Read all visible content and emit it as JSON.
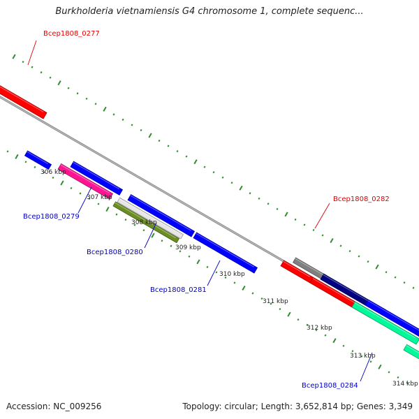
{
  "title": "Burkholderia vietnamiensis G4 chromosome 1, complete sequenc...",
  "footer": {
    "accession": "Accession: NC_009256",
    "summary": "Topology: circular; Length: 3,652,814 bp; Genes: 3,349"
  },
  "colors": {
    "label_plus": "#e00000",
    "label_minus": "#0000c0",
    "backbone": "#8c8c8c",
    "tick": "#2f8c2f"
  },
  "ticks": [
    "306 kbp",
    "307 kbp",
    "308 kbp",
    "309 kbp",
    "310 kbp",
    "311 kbp",
    "312 kbp",
    "313 kbp",
    "314 kbp"
  ],
  "gene_labels": [
    "Bcep1808_0277",
    "Bcep1808_0279",
    "Bcep1808_0280",
    "Bcep1808_0281",
    "Bcep1808_0282",
    "Bcep1808_0284"
  ],
  "features": [
    {
      "id": "f0277",
      "color": "#ff0000",
      "strand": "+"
    },
    {
      "id": "f-small-1",
      "color": "#0000ff",
      "strand": "-"
    },
    {
      "id": "f-blue-2",
      "color": "#0000ff",
      "strand": "+"
    },
    {
      "id": "f0279",
      "color": "#ff1493",
      "strand": "-"
    },
    {
      "id": "f-blue-3",
      "color": "#0000ff",
      "strand": "+"
    },
    {
      "id": "f-white-1",
      "color": "#e6e6e6",
      "strand": "-"
    },
    {
      "id": "f0280",
      "color": "#6b8e23",
      "strand": "-"
    },
    {
      "id": "f0281",
      "color": "#0000ff",
      "strand": "+"
    },
    {
      "id": "f-gray-1",
      "color": "#808080",
      "strand": "+"
    },
    {
      "id": "f-red-2",
      "color": "#ff0000",
      "strand": "+"
    },
    {
      "id": "f-navy-1",
      "color": "#000080",
      "strand": "+"
    },
    {
      "id": "f0282",
      "color": "#ff0000",
      "strand": "+"
    },
    {
      "id": "f-blue-4",
      "color": "#0000ff",
      "strand": "+"
    },
    {
      "id": "f0284",
      "color": "#00fa9a",
      "strand": "-"
    },
    {
      "id": "f-blue-5",
      "color": "#0000ff",
      "strand": "+"
    },
    {
      "id": "f-cyan-1",
      "color": "#00fa9a",
      "strand": "-"
    }
  ]
}
